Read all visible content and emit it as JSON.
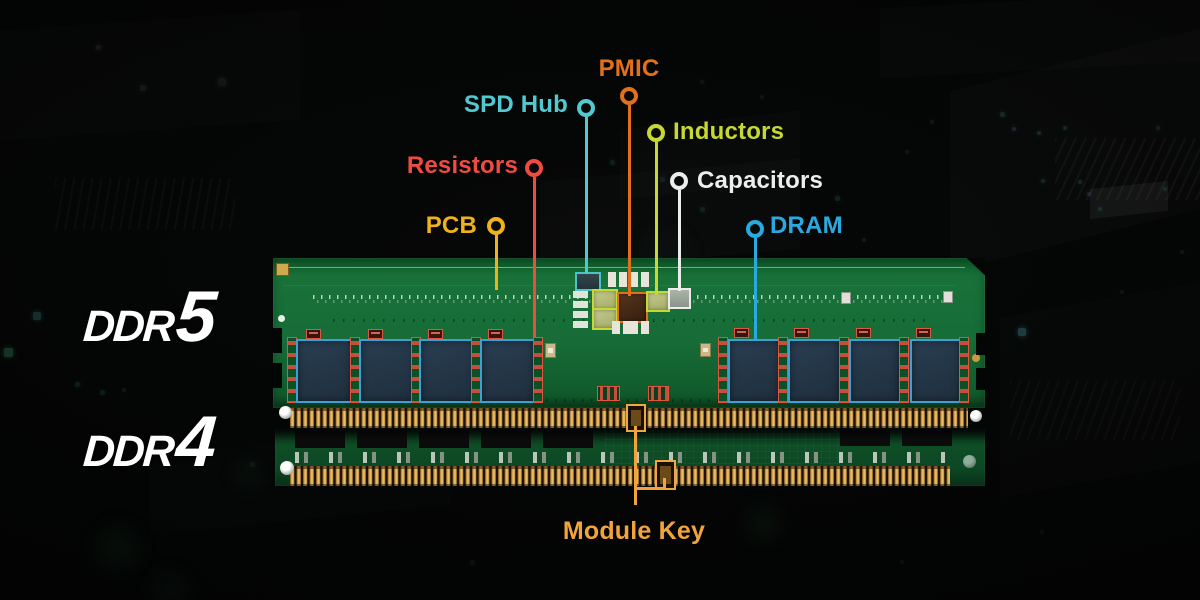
{
  "callouts": {
    "pmic": {
      "label": "PMIC",
      "color": "#E0701A"
    },
    "spd_hub": {
      "label": "SPD Hub",
      "color": "#52C8D0"
    },
    "inductors": {
      "label": "Inductors",
      "color": "#C6D831"
    },
    "resistors": {
      "label": "Resistors",
      "color": "#F04B42"
    },
    "capacitors": {
      "label": "Capacitors",
      "color": "#EDEDED"
    },
    "pcb": {
      "label": "PCB",
      "color": "#EFB21B"
    },
    "dram": {
      "label": "DRAM",
      "color": "#2AA9E0"
    },
    "module_key": {
      "label": "Module Key",
      "color": "#F1A43B"
    }
  },
  "modules": {
    "ddr5": {
      "prefix": "DDR",
      "number": "5"
    },
    "ddr4": {
      "prefix": "DDR",
      "number": "4"
    }
  },
  "board_colors": {
    "pcb_green": "#15683A",
    "dram_chip": "#24384A",
    "dram_chip_outline": "#38A1D6",
    "pin_gold": "#D9A94E"
  }
}
